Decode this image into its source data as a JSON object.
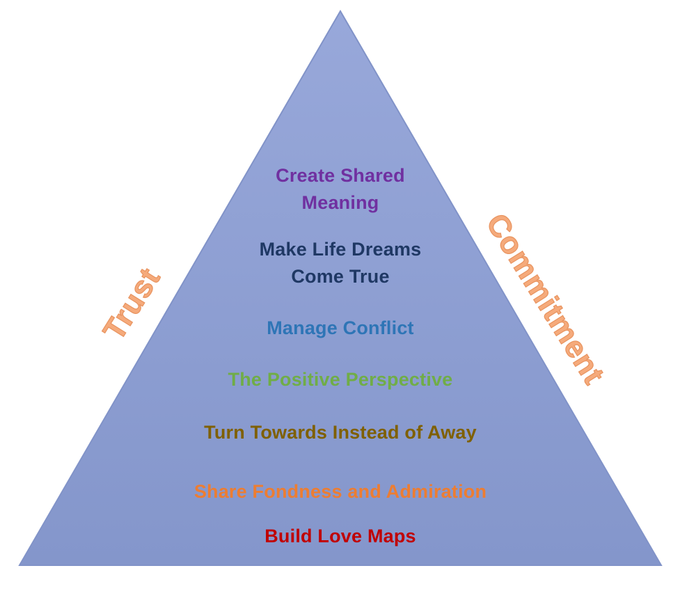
{
  "pyramid": {
    "fill_top": "#98A8DA",
    "fill_bottom": "#8496CB",
    "stroke": "#8193C8"
  },
  "levels": [
    {
      "lines": [
        "Create Shared",
        "Meaning"
      ],
      "color": "#7030A0"
    },
    {
      "lines": [
        "Make Life Dreams",
        "Come True"
      ],
      "color": "#1F3864"
    },
    {
      "lines": [
        "Manage Conflict"
      ],
      "color": "#2E75B6"
    },
    {
      "lines": [
        "The Positive Perspective"
      ],
      "color": "#70AD47"
    },
    {
      "lines": [
        "Turn Towards Instead of Away"
      ],
      "color": "#7F6000"
    },
    {
      "lines": [
        "Share Fondness and Admiration"
      ],
      "color": "#ED7D31"
    },
    {
      "lines": [
        "Build Love Maps"
      ],
      "color": "#C00000"
    }
  ],
  "sides": {
    "left": {
      "label": "Trust",
      "color": "#F5AA7B"
    },
    "right": {
      "label": "Commitment",
      "color": "#F5AA7B"
    }
  }
}
